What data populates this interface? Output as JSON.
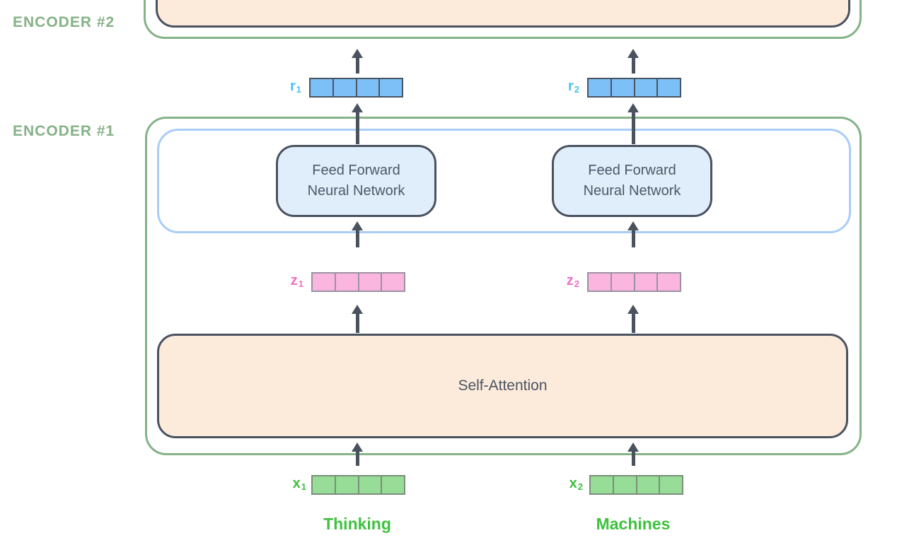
{
  "diagram": {
    "encoder2": {
      "label": "ENCODER #2"
    },
    "encoder1": {
      "label": "ENCODER #1"
    },
    "self_attention": {
      "label": "Self-Attention"
    },
    "ffn1": {
      "line1": "Feed Forward",
      "line2": "Neural Network"
    },
    "ffn2": {
      "line1": "Feed Forward",
      "line2": "Neural Network"
    },
    "vectors": {
      "r1": {
        "base": "r",
        "sub": "1",
        "cells": 4,
        "fill": "#7DC0F8",
        "border": "#4A5563",
        "label_color": "#4DBEF2"
      },
      "r2": {
        "base": "r",
        "sub": "2",
        "cells": 4,
        "fill": "#7DC0F8",
        "border": "#4A5563",
        "label_color": "#4DBEF2"
      },
      "z1": {
        "base": "z",
        "sub": "1",
        "cells": 4,
        "fill": "#FBB6DF",
        "border": "#9A92A2",
        "label_color": "#F06EC4"
      },
      "z2": {
        "base": "z",
        "sub": "2",
        "cells": 4,
        "fill": "#FBB6DF",
        "border": "#9A92A2",
        "label_color": "#F06EC4"
      },
      "x1": {
        "base": "x",
        "sub": "1",
        "cells": 4,
        "fill": "#97DD97",
        "border": "#7A8E7A",
        "label_color": "#3FBE3F"
      },
      "x2": {
        "base": "x",
        "sub": "2",
        "cells": 4,
        "fill": "#97DD97",
        "border": "#7A8E7A",
        "label_color": "#3FBE3F"
      }
    },
    "words": {
      "word1": "Thinking",
      "word2": "Machines"
    },
    "colors": {
      "encoder_outline": "#85B287",
      "layer_fill_peach": "#FCEBDB",
      "ffn_fill_blue": "#E0EEFB",
      "ffn_layer_outline": "#A9CDF7",
      "dark_border": "#4A5260",
      "arrow": "#4A5260",
      "word_green": "#3FC13F"
    }
  }
}
